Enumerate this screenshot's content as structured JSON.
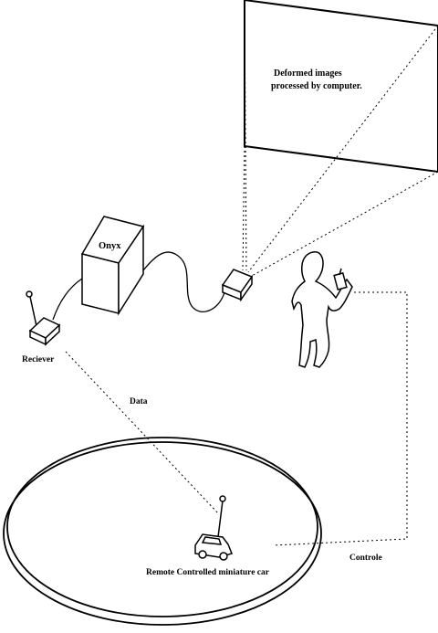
{
  "diagram": {
    "screen_caption_line1": "Deformed images",
    "screen_caption_line2": "processed by computer.",
    "computer_label": "Onyx",
    "receiver_label": "Reciever",
    "data_label": "Data",
    "car_label": "Remote Controlled miniature car",
    "control_label": "Controle"
  },
  "colors": {
    "ink": "#000000",
    "background": "#ffffff"
  }
}
